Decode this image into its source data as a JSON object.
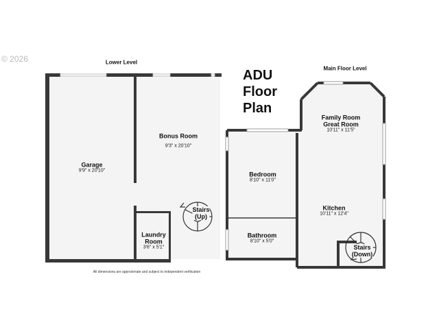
{
  "copyright": "© 2026",
  "title_lines": [
    "ADU",
    "Floor",
    "Plan"
  ],
  "lower_level": {
    "heading": "Lower Level",
    "garage": {
      "name": "Garage",
      "dims": "9'9\" x 20'10\""
    },
    "bonus_room": {
      "name": "Bonus Room",
      "dims": "9'3\" x 20'10\""
    },
    "laundry_room": {
      "name_line1": "Laundry",
      "name_line2": "Room",
      "dims": "3'6\" x 5'1\""
    },
    "stairs": {
      "line1": "Stairs",
      "line2": "(Up)"
    }
  },
  "main_level": {
    "heading": "Main Floor Level",
    "family_room": {
      "name_line1": "Family Room",
      "name_line2": "Great Room",
      "dims": "10'11\" x 11'5\""
    },
    "bedroom": {
      "name": "Bedroom",
      "dims": "8'10\" x 11'0\""
    },
    "kitchen": {
      "name": "Kitchen",
      "dims": "10'11\" x 12'4\""
    },
    "bathroom": {
      "name": "Bathroom",
      "dims": "8'10\" x 5'0\""
    },
    "stairs": {
      "line1": "Stairs",
      "line2": "(Down)"
    }
  },
  "disclaimer": "All dimensions are approximate and subject to independent verification",
  "colors": {
    "wall": "#383838",
    "floor": "#f4f4f4",
    "window": "#bdbdbd"
  }
}
